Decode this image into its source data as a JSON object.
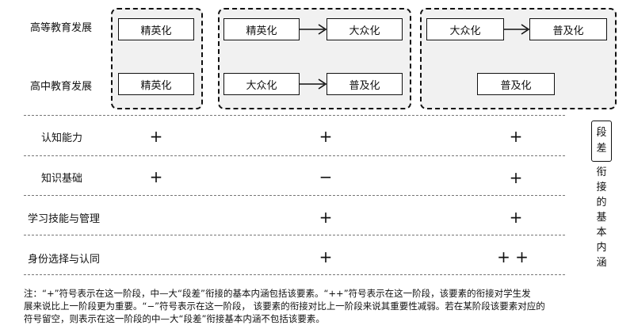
{
  "rows": {
    "higher": "高等教育发展",
    "high": "高中教育发展"
  },
  "stages": [
    {
      "higher": [
        "精英化"
      ],
      "high": [
        "精英化"
      ]
    },
    {
      "higher": [
        "精英化",
        "大众化"
      ],
      "high": [
        "大众化",
        "普及化"
      ]
    },
    {
      "higher": [
        "大众化",
        "普及化"
      ],
      "high": [
        "普及化"
      ]
    }
  ],
  "factors": [
    {
      "label": "认知能力",
      "marks": [
        "+",
        "+",
        "+"
      ]
    },
    {
      "label": "知识基础",
      "marks": [
        "+",
        "−",
        "+"
      ]
    },
    {
      "label": "学习技能与管理",
      "marks": [
        "",
        "+",
        "+"
      ]
    },
    {
      "label": "身份选择与认同",
      "marks": [
        "",
        "+",
        "+ +"
      ]
    }
  ],
  "side": {
    "box_chars": [
      "段",
      "差"
    ],
    "chars": [
      "衔",
      "接",
      "的",
      "基",
      "本",
      "内",
      "涵"
    ]
  },
  "note": {
    "line1": "注：“+”符号表示在这一阶段，中—大“段差”衔接的基本内涵包括该要素。“++”符号表示在这一阶段，该要素的衔接对学生发",
    "line2": "展来说比上一阶段更为重要。“−”符号表示在这一阶段， 该要素的衔接对比上一阶段来说其重要性减弱。若在某阶段该要素对应的",
    "line3": "符号留空，则表示在这一阶段的中—大“段差”衔接基本内涵不包括该要素。"
  },
  "colors": {
    "stage_bg": "#f1f1f1",
    "line": "#111111"
  }
}
